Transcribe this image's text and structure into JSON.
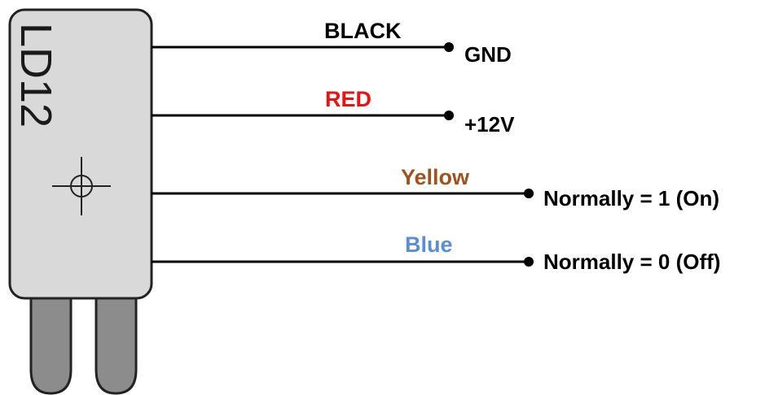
{
  "sensor": {
    "model": "LD12",
    "body_color": "#d9d9d9",
    "outline_color": "#222222",
    "pin_color": "#8c8c8c",
    "center_mark_icon": "crosshair-icon"
  },
  "wires": [
    {
      "color_label": "BLACK",
      "label_color": "#000000",
      "terminal": "GND"
    },
    {
      "color_label": "RED",
      "label_color": "#ee1111",
      "terminal": "+12V"
    },
    {
      "color_label": "Yellow",
      "label_color": "#a0521e",
      "terminal": "Normally = 1 (On)"
    },
    {
      "color_label": "Blue",
      "label_color": "#5a8ed0",
      "terminal": "Normally = 0 (Off)"
    }
  ]
}
